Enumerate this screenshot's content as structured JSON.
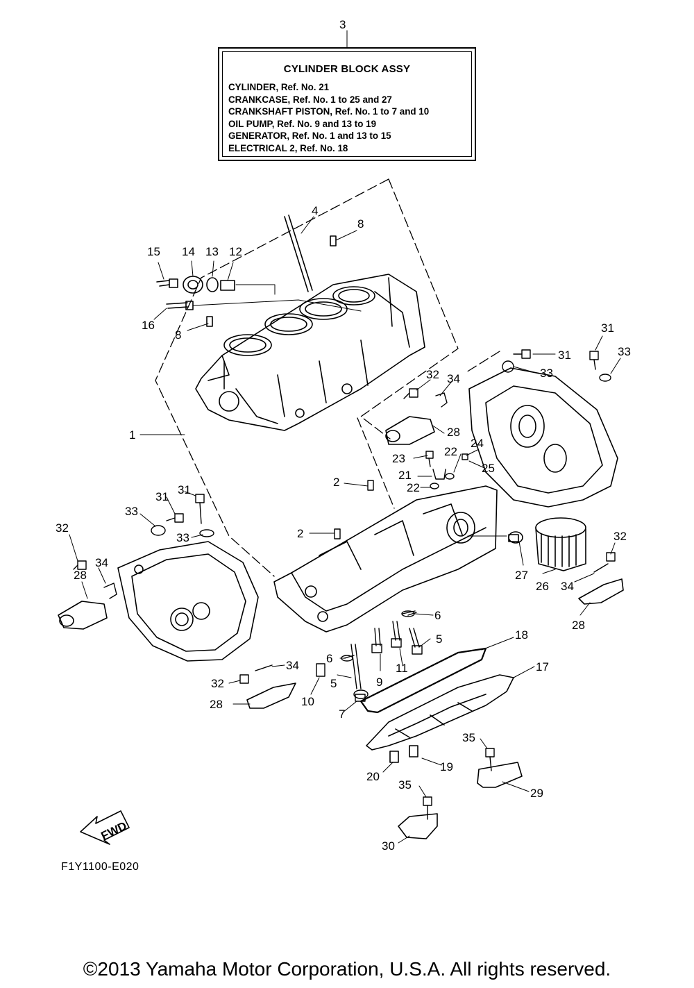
{
  "info_box": {
    "ref": "3",
    "title": "CYLINDER BLOCK ASSY",
    "lines": [
      "CYLINDER,  Ref. No. 21",
      "CRANKCASE,  Ref. No. 1 to 25 and 27",
      "CRANKSHAFT PISTON, Ref. No. 1 to 7 and 10",
      "OIL PUMP,  Ref. No. 9 and 13 to 19",
      "GENERATOR,  Ref. No. 1 and 13 to 15",
      "ELECTRICAL 2,  Ref. No. 18"
    ]
  },
  "callouts": [
    "4",
    "8",
    "15",
    "14",
    "13",
    "12",
    "16",
    "8",
    "1",
    "31",
    "31",
    "33",
    "33",
    "32",
    "34",
    "28",
    "23",
    "22",
    "24",
    "21",
    "25",
    "22",
    "2",
    "2",
    "31",
    "31",
    "33",
    "33",
    "32",
    "34",
    "28",
    "27",
    "26",
    "32",
    "34",
    "28",
    "6",
    "5",
    "18",
    "17",
    "6",
    "5",
    "9",
    "11",
    "10",
    "7",
    "34",
    "32",
    "28",
    "35",
    "19",
    "20",
    "29",
    "35",
    "30"
  ],
  "fwd_label": "FWD",
  "diagram_code": "F1Y1100-E020",
  "copyright": "©2013 Yamaha Motor Corporation, U.S.A. All rights reserved."
}
